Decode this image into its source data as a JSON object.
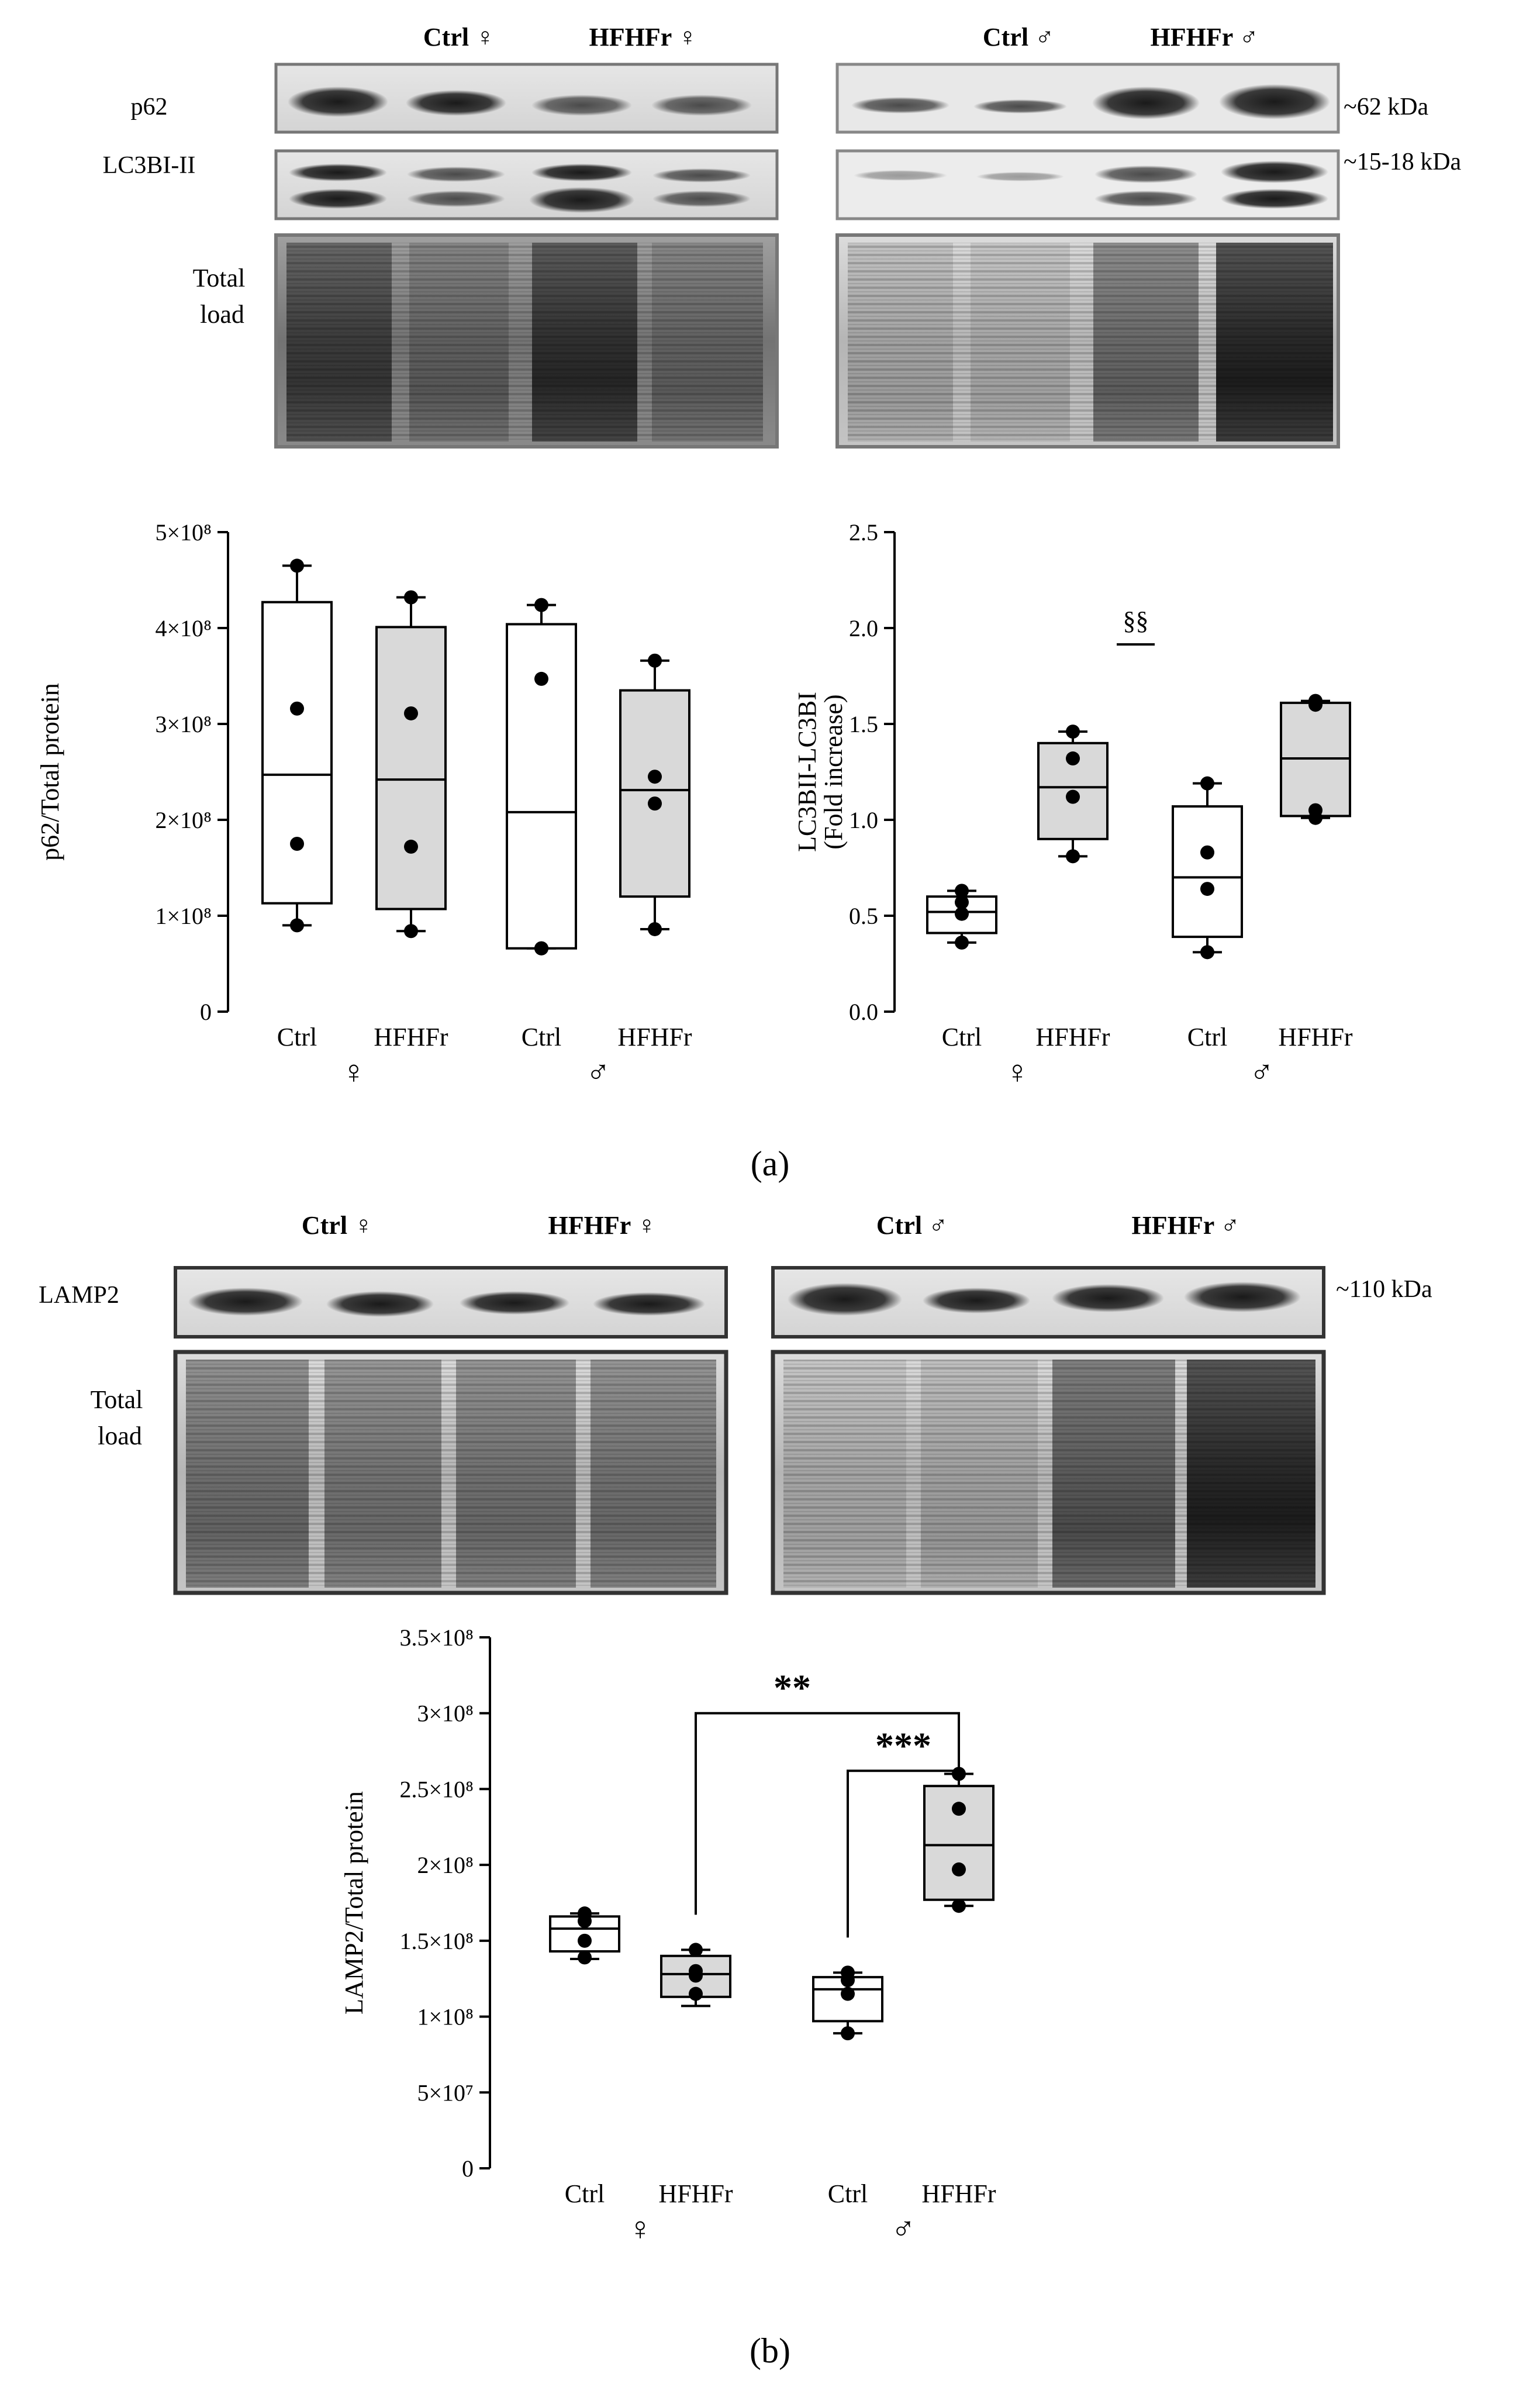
{
  "panel_a": {
    "label": "(a)",
    "blot_female": {
      "header": [
        "Ctrl ♀",
        "HFHFr ♀"
      ],
      "rows": [
        "p62",
        "LC3BI-II",
        "Total\nload"
      ]
    },
    "blot_male": {
      "header": [
        "Ctrl ♂",
        "HFHFr ♂"
      ],
      "markers": [
        "~62 kDa",
        "~15-18 kDa"
      ]
    }
  },
  "panel_b": {
    "label": "(b)",
    "blot_female": {
      "header": [
        "Ctrl ♀",
        "HFHFr ♀"
      ],
      "rows": [
        "LAMP2",
        "Total\nload"
      ]
    },
    "blot_male": {
      "header": [
        "Ctrl ♂",
        "HFHFr ♂"
      ],
      "markers": [
        "~110 kDa"
      ]
    }
  },
  "chart_data": [
    {
      "type": "box",
      "ylabel": "p62/Total protein",
      "ylim": [
        0,
        500000000
      ],
      "yticks": [
        {
          "value": 0,
          "label": "0"
        },
        {
          "value": 100000000,
          "label": "1×10⁸"
        },
        {
          "value": 200000000,
          "label": "2×10⁸"
        },
        {
          "value": 300000000,
          "label": "3×10⁸"
        },
        {
          "value": 400000000,
          "label": "4×10⁸"
        },
        {
          "value": 500000000,
          "label": "5×10⁸"
        }
      ],
      "categories": [
        "Ctrl",
        "HFHFr",
        "Ctrl",
        "HFHFr"
      ],
      "sex_labels": [
        "♀",
        "♂"
      ],
      "colors": {
        "Ctrl": "#ffffff",
        "HFHFr": "#d9d9d9"
      },
      "groups": [
        {
          "category": "Ctrl",
          "min": 90000000,
          "q1": 113000000,
          "median": 247000000,
          "q3": 427000000,
          "max": 465000000,
          "points": [
            465000000,
            316000000,
            175000000,
            90000000
          ]
        },
        {
          "category": "HFHFr",
          "min": 84000000,
          "q1": 107000000,
          "median": 242000000,
          "q3": 401000000,
          "max": 432000000,
          "points": [
            432000000,
            311000000,
            172000000,
            84000000
          ]
        },
        {
          "category": "Ctrl",
          "min": 66000000,
          "q1": 66000000,
          "median": 208000000,
          "q3": 404000000,
          "max": 424000000,
          "points": [
            424000000,
            347000000,
            66000000,
            66000000
          ]
        },
        {
          "category": "HFHFr",
          "min": 86000000,
          "q1": 120000000,
          "median": 231000000,
          "q3": 335000000,
          "max": 366000000,
          "points": [
            366000000,
            245000000,
            217000000,
            86000000
          ]
        }
      ],
      "annotations": []
    },
    {
      "type": "box",
      "ylabel": "LC3BII-LC3BI\n(Fold increase)",
      "ylim": [
        0,
        2.5
      ],
      "yticks": [
        {
          "value": 0,
          "label": "0.0"
        },
        {
          "value": 0.5,
          "label": "0.5"
        },
        {
          "value": 1.0,
          "label": "1.0"
        },
        {
          "value": 1.5,
          "label": "1.5"
        },
        {
          "value": 2.0,
          "label": "2.0"
        },
        {
          "value": 2.5,
          "label": "2.5"
        }
      ],
      "categories": [
        "Ctrl",
        "HFHFr",
        "Ctrl",
        "HFHFr"
      ],
      "sex_labels": [
        "♀",
        "♂"
      ],
      "colors": {
        "Ctrl": "#ffffff",
        "HFHFr": "#d9d9d9"
      },
      "groups": [
        {
          "category": "Ctrl",
          "min": 0.36,
          "q1": 0.41,
          "median": 0.52,
          "q3": 0.6,
          "max": 0.63,
          "points": [
            0.63,
            0.57,
            0.51,
            0.36
          ]
        },
        {
          "category": "HFHFr",
          "min": 0.81,
          "q1": 0.9,
          "median": 1.17,
          "q3": 1.4,
          "max": 1.46,
          "points": [
            1.46,
            1.32,
            1.12,
            0.81
          ]
        },
        {
          "category": "Ctrl",
          "min": 0.31,
          "q1": 0.39,
          "median": 0.7,
          "q3": 1.07,
          "max": 1.19,
          "points": [
            1.19,
            0.83,
            0.64,
            0.31
          ]
        },
        {
          "category": "HFHFr",
          "min": 1.01,
          "q1": 1.02,
          "median": 1.32,
          "q3": 1.61,
          "max": 1.62,
          "points": [
            1.62,
            1.6,
            1.05,
            1.01
          ]
        }
      ],
      "annotations": [
        {
          "text": "§§",
          "from": 1,
          "to": 2,
          "y": 2.0
        }
      ]
    },
    {
      "type": "box",
      "ylabel": "LAMP2/Total protein",
      "ylim": [
        0,
        350000000
      ],
      "yticks": [
        {
          "value": 0,
          "label": "0"
        },
        {
          "value": 50000000,
          "label": "5×10⁷"
        },
        {
          "value": 100000000,
          "label": "1×10⁸"
        },
        {
          "value": 150000000,
          "label": "1.5×10⁸"
        },
        {
          "value": 200000000,
          "label": "2×10⁸"
        },
        {
          "value": 250000000,
          "label": "2.5×10⁸"
        },
        {
          "value": 300000000,
          "label": "3×10⁸"
        },
        {
          "value": 350000000,
          "label": "3.5×10⁸"
        }
      ],
      "categories": [
        "Ctrl",
        "HFHFr",
        "Ctrl",
        "HFHFr"
      ],
      "sex_labels": [
        "♀",
        "♂"
      ],
      "colors": {
        "Ctrl": "#ffffff",
        "HFHFr": "#d9d9d9"
      },
      "groups": [
        {
          "category": "Ctrl",
          "min": 138000000,
          "q1": 143000000,
          "median": 158000000,
          "q3": 166000000,
          "max": 168000000,
          "points": [
            168000000,
            163000000,
            150000000,
            139000000
          ]
        },
        {
          "category": "HFHFr",
          "min": 107000000,
          "q1": 113000000,
          "median": 128000000,
          "q3": 140000000,
          "max": 144000000,
          "points": [
            144000000,
            130000000,
            127000000,
            115000000
          ]
        },
        {
          "category": "Ctrl",
          "min": 89000000,
          "q1": 97000000,
          "median": 118000000,
          "q3": 126000000,
          "max": 129000000,
          "points": [
            129000000,
            124000000,
            115000000,
            89000000
          ]
        },
        {
          "category": "HFHFr",
          "min": 173000000,
          "q1": 177000000,
          "median": 213000000,
          "q3": 252000000,
          "max": 260000000,
          "points": [
            260000000,
            237000000,
            197000000,
            173000000
          ]
        }
      ],
      "annotations": [
        {
          "text": "**",
          "from": 1,
          "to": 3,
          "y": 300000000
        },
        {
          "text": "***",
          "from": 2,
          "to": 3,
          "y": 262000000
        }
      ]
    }
  ]
}
